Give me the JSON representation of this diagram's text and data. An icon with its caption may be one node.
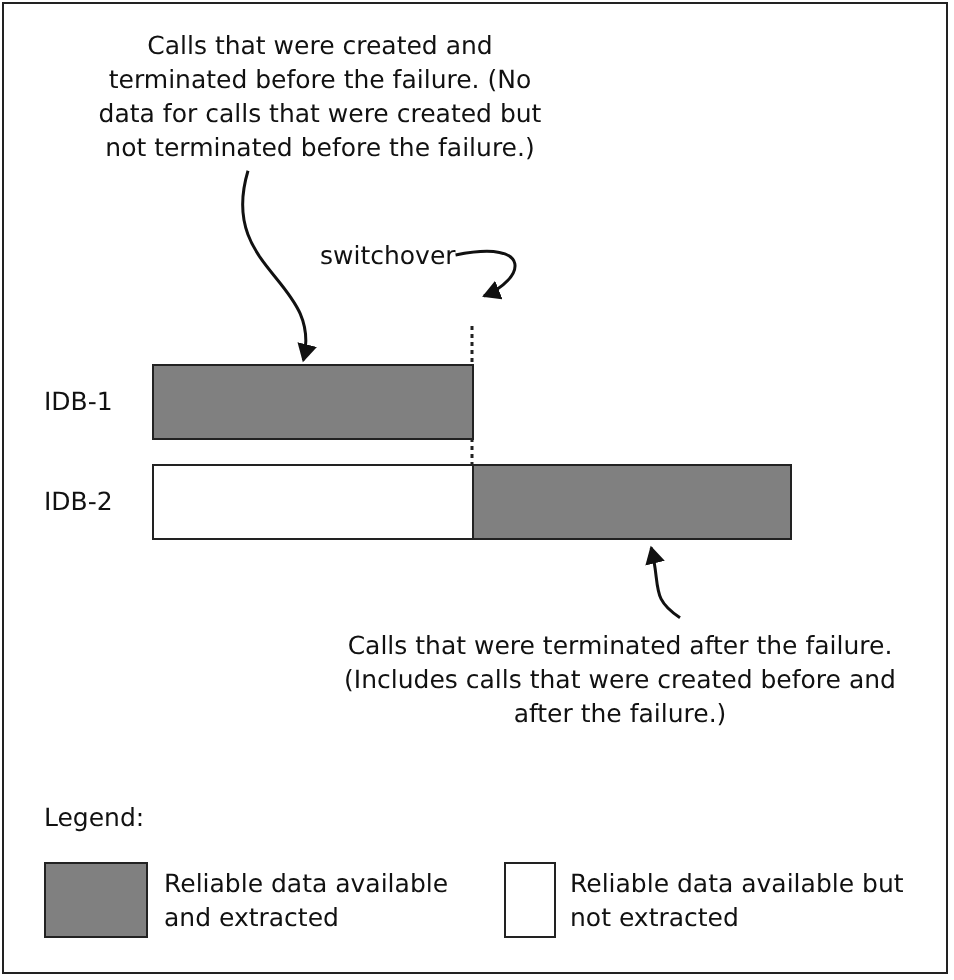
{
  "diagram": {
    "nodes": [
      {
        "text": [
          "Calls that were created and terminated before the failure. (No data for calls that were created but not terminated before the failure.)"
        ]
      },
      {
        "text": [],
        "shape": "bar",
        "beside": [
          "IDB-1"
        ]
      },
      {
        "text": [],
        "shape": "bar",
        "beside": [
          "IDB-2"
        ]
      },
      {
        "text": [],
        "shape": "bar"
      },
      {
        "text": [
          "switchover"
        ]
      },
      {
        "text": [
          "Calls that were terminated after the failure. (Includes calls that were created before and after the failure.)"
        ]
      }
    ],
    "edges": [
      {
        "from": 0,
        "to": 1,
        "arrow": "to"
      },
      {
        "from": 4,
        "to": null,
        "arrow": "to"
      },
      {
        "from": 5,
        "to": 3,
        "arrow": "to"
      }
    ],
    "labels": [
      "Legend:"
    ],
    "legend": [
      {
        "text": "Reliable data available and extracted",
        "color": "#808080"
      },
      {
        "text": "Reliable data available but not extracted",
        "color": "#ffffff"
      }
    ]
  }
}
